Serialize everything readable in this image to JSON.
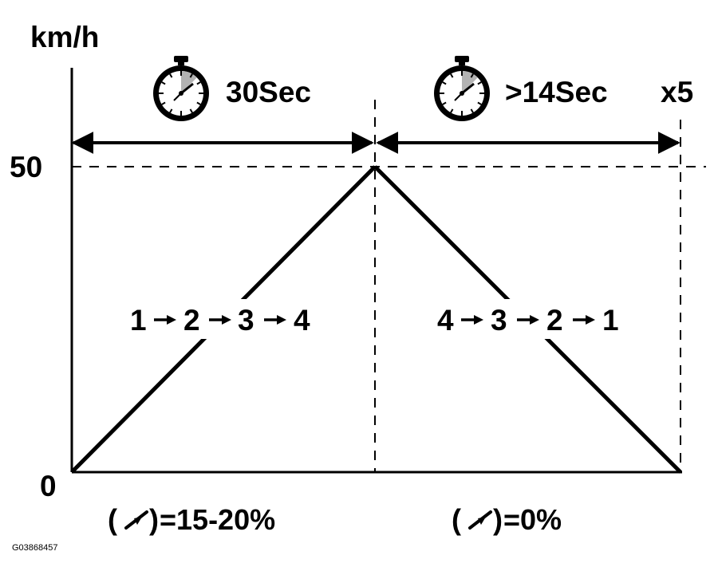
{
  "diagram": {
    "y_unit": "km/h",
    "y_tick_top": "50",
    "y_tick_bottom": "0",
    "accel_phase": {
      "duration": "30Sec",
      "gear_sequence": [
        "1",
        "2",
        "3",
        "4"
      ],
      "throttle_label": "=15-20%"
    },
    "decel_phase": {
      "duration": ">14Sec",
      "gear_sequence": [
        "4",
        "3",
        "2",
        "1"
      ],
      "throttle_label": "=0%"
    },
    "repeat": "x5",
    "figure_code": "G03868457",
    "icons": {
      "timer": "stopwatch-icon",
      "throttle": "throttle-pedal-icon",
      "gear_arrow": "right-arrow-icon"
    },
    "colors": {
      "ink": "#000000",
      "timer_sector": "#b3b3b3",
      "background": "#ffffff"
    }
  }
}
